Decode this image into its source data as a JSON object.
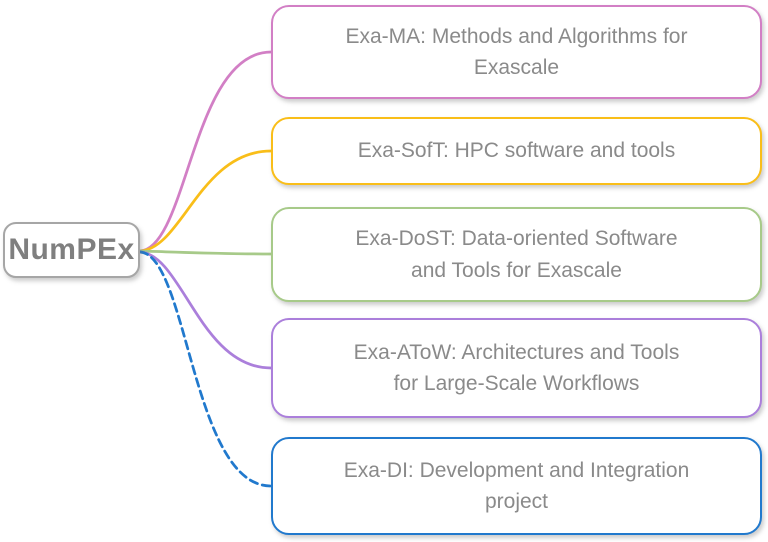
{
  "diagram": {
    "type": "mind-map",
    "background_color": "#ffffff",
    "text_color": "#8a8a8a"
  },
  "root": {
    "label": "NumPEx",
    "border_color": "#a6a6a6",
    "text_color": "#7f7f7f"
  },
  "branches": [
    {
      "id": "exa-ma",
      "label": "Exa-MA: Methods and Algorithms for\nExascale",
      "color": "#d27fc5",
      "line_style": "solid"
    },
    {
      "id": "exa-soft",
      "label": "Exa-SofT: HPC software and tools",
      "color": "#f9be19",
      "line_style": "solid"
    },
    {
      "id": "exa-dost",
      "label": "Exa-DoST: Data-oriented Software\nand Tools for Exascale",
      "color": "#a7ca89",
      "line_style": "solid"
    },
    {
      "id": "exa-atow",
      "label": "Exa-AToW: Architectures and Tools\nfor Large-Scale Workflows",
      "color": "#ab7fdb",
      "line_style": "solid"
    },
    {
      "id": "exa-di",
      "label": "Exa-DI: Development and Integration\nproject",
      "color": "#2179cd",
      "line_style": "dashed"
    }
  ]
}
